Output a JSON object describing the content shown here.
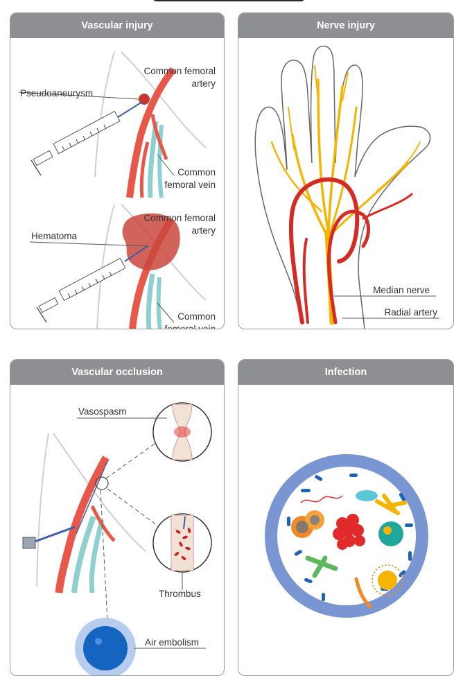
{
  "panels": {
    "vascular_injury": {
      "title": "Vascular injury",
      "labels": {
        "pseudoaneurysm": "Pseudoaneurysm",
        "artery_top_line1": "Common femoral",
        "artery_top_line2": "artery",
        "vein_top_line1": "Common",
        "vein_top_line2": "femoral vein",
        "hematoma": "Hematoma",
        "artery_bottom_line1": "Common femoral",
        "artery_bottom_line2": "artery",
        "vein_bottom_line1": "Common",
        "vein_bottom_line2": "femoral vein"
      }
    },
    "nerve_injury": {
      "title": "Nerve injury",
      "labels": {
        "median_nerve": "Median nerve",
        "radial_artery": "Radial artery"
      }
    },
    "vascular_occlusion": {
      "title": "Vascular occlusion",
      "labels": {
        "vasospasm": "Vasospasm",
        "thrombus": "Thrombus",
        "air_embolism": "Air embolism"
      }
    },
    "infection": {
      "title": "Infection"
    }
  },
  "colors": {
    "header": "#8d8f92",
    "artery": "#e8584a",
    "artery_dark": "#d42b25",
    "vein": "#8ecfcf",
    "nerve": "#f5b400",
    "hematoma": "#c9483e",
    "dish_ring": "#7a96d2",
    "air_bubble": "#1565c0"
  }
}
